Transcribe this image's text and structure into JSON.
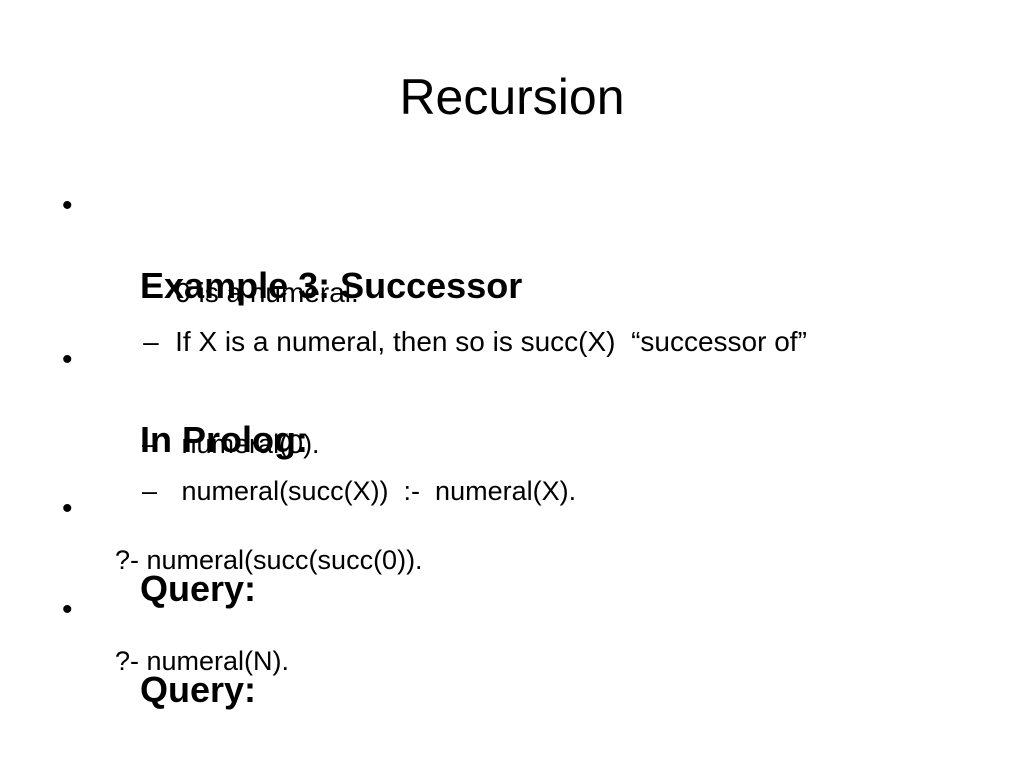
{
  "slide": {
    "title": "Recursion",
    "items": [
      {
        "bullet": "•",
        "heading": "Example 3: Successor",
        "subitems": [
          {
            "dash": "–",
            "text": "0 is a numeral."
          },
          {
            "dash": "–",
            "text": "If X is a numeral, then so is succ(X)  “successor of”"
          }
        ]
      },
      {
        "bullet": "•",
        "heading": "In Prolog:",
        "subitems": [
          {
            "dash": "–",
            "text": " numeral(0)."
          },
          {
            "dash": "–",
            "text": " numeral(succ(X))  :-  numeral(X)."
          }
        ]
      },
      {
        "bullet": "•",
        "heading": "Query:",
        "code": "?- numeral(succ(succ(0))."
      },
      {
        "bullet": "•",
        "heading": "Query:",
        "code": "?- numeral(N)."
      }
    ]
  }
}
